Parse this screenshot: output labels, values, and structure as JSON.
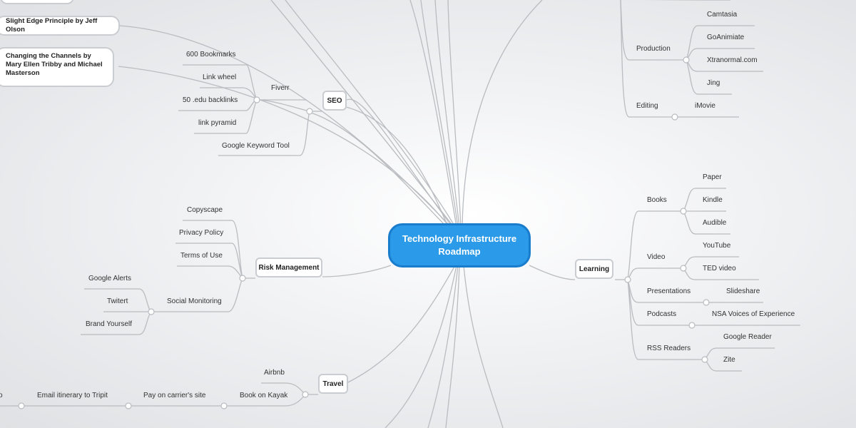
{
  "central": {
    "line1": "Technology Infrastructure",
    "line2": "Roadmap"
  },
  "seo": {
    "title": "SEO",
    "fiverr": "Fiverr",
    "fiverr_items": [
      "600 Bookmarks",
      "Link wheel",
      "50 .edu backlinks",
      "link pyramid"
    ],
    "keyword_tool": "Google Keyword Tool"
  },
  "books": {
    "slight_edge": "Slight Edge Principle by Jeff Olson",
    "changing_channels": "Changing the Channels by Mary Ellen Tribby and Michael Masterson"
  },
  "risk": {
    "title": "Risk Management",
    "items": [
      "Copyscape",
      "Privacy Policy",
      "Terms of Use"
    ],
    "social": "Social Monitoring",
    "social_items": [
      "Google Alerts",
      "Twitert",
      "Brand Yourself"
    ]
  },
  "travel": {
    "title": "Travel",
    "airbnb": "Airbnb",
    "kayak": "Book on Kayak",
    "pay": "Pay on carrier's site",
    "email": "Email itinerary to Tripit",
    "clipped": "o"
  },
  "video_prod": {
    "production": "Production",
    "production_items": [
      "Camtasia",
      "GoAnimiate",
      "Xtranormal.com",
      "Jing"
    ],
    "editing": "Editing",
    "editing_items": [
      "iMovie"
    ]
  },
  "learning": {
    "title": "Learning",
    "books": "Books",
    "books_items": [
      "Paper",
      "Kindle",
      "Audible"
    ],
    "video": "Video",
    "video_items": [
      "YouTube",
      "TED video"
    ],
    "presentations": "Presentations",
    "presentations_items": [
      "Slideshare"
    ],
    "podcasts": "Podcasts",
    "podcasts_items": [
      "NSA Voices of Experience"
    ],
    "rss": "RSS Readers",
    "rss_items": [
      "Google Reader",
      "Zite"
    ]
  }
}
